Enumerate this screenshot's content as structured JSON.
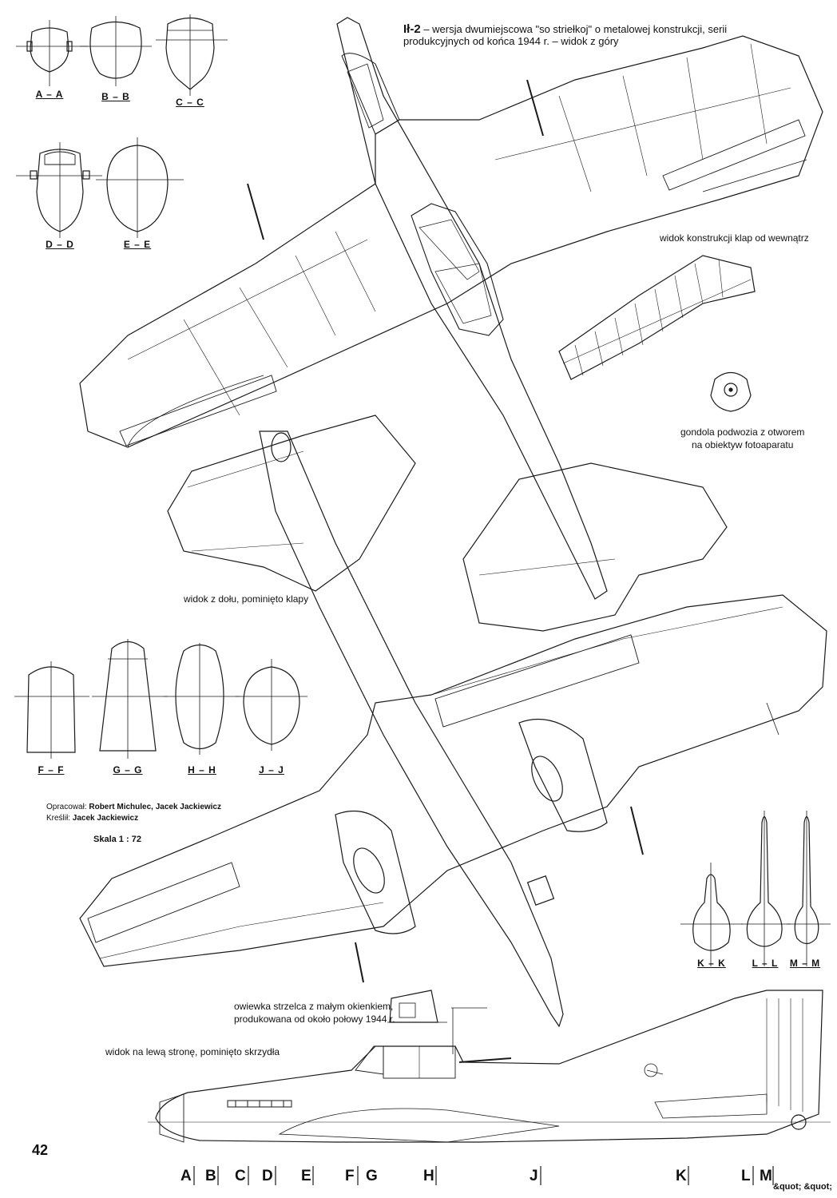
{
  "header": {
    "model": "Ił-2",
    "desc_line1": "– wersja dwumiejscowa \"so striełkoj\" o metalowej konstrukcji, serii",
    "desc_line2": "produkcyjnych od końca 1944 r. – widok z góry"
  },
  "captions": {
    "flaps": "widok konstrukcji klap od wewnątrz",
    "gondola_line1": "gondola podwozia z otworem",
    "gondola_line2": "na obiektyw fotoaparatu",
    "bottom_view": "widok z dołu, pominięto klapy",
    "canopy_line1": "owiewka strzelca z małym okienkiem,",
    "canopy_line2": "produkowana od około połowy 1944 r.",
    "side_view": "widok na lewą stronę, pominięto skrzydła"
  },
  "credits": {
    "prepared_label": "Opracował:",
    "prepared_names": "Robert Michulec, Jacek Jackiewicz",
    "drawn_label": "Kreślił:",
    "drawn_names": "Jacek Jackiewicz",
    "scale": "Skala 1 : 72"
  },
  "sections": {
    "aa": "A – A",
    "bb": "B – B",
    "cc": "C – C",
    "dd": "D – D",
    "ee": "E – E",
    "ff": "F – F",
    "gg": "G – G",
    "hh": "H – H",
    "jj": "J – J",
    "kk": "K – K",
    "ll": "L – L",
    "mm": "M – M"
  },
  "stations": [
    "A",
    "B",
    "C",
    "D",
    "E",
    "F",
    "G",
    "H",
    "J",
    "K",
    "L",
    "M"
  ],
  "page_number": "42",
  "corner_text": "&quot; &quot;"
}
